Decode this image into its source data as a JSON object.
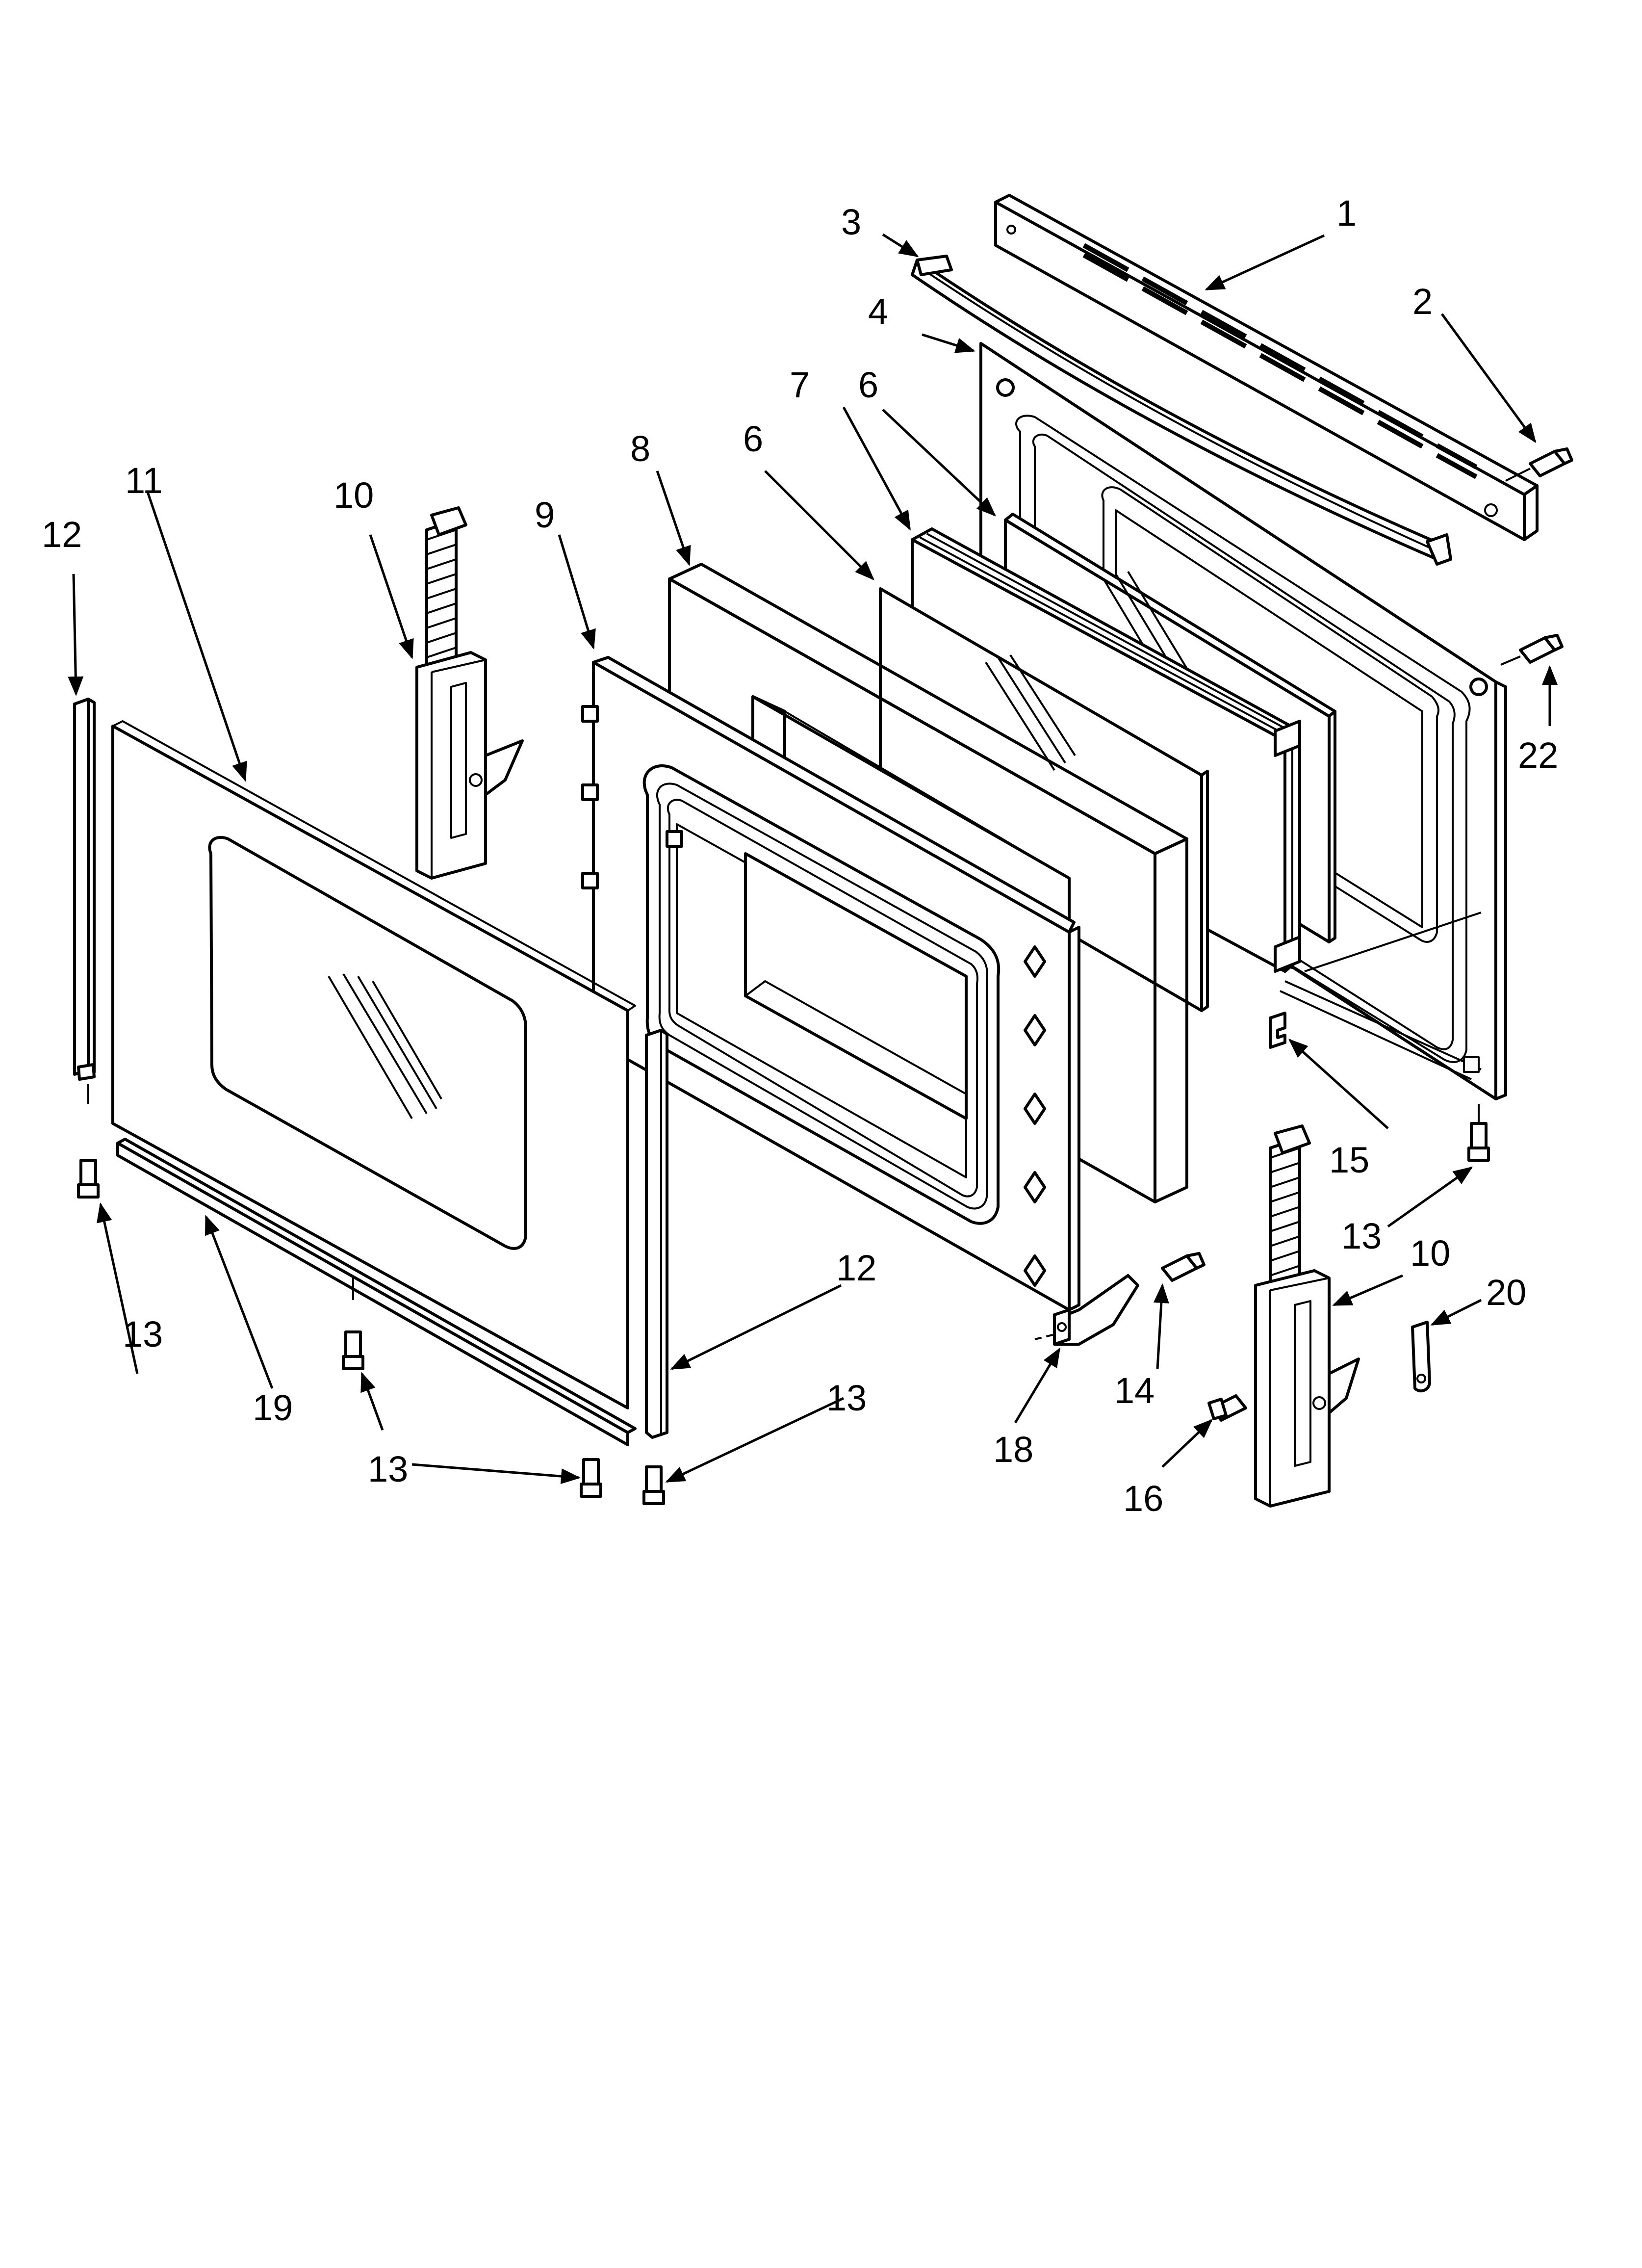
{
  "diagram": {
    "callouts": [
      {
        "id": "c1",
        "label": "1"
      },
      {
        "id": "c2",
        "label": "2"
      },
      {
        "id": "c3",
        "label": "3"
      },
      {
        "id": "c4",
        "label": "4"
      },
      {
        "id": "c6a",
        "label": "6"
      },
      {
        "id": "c6b",
        "label": "6"
      },
      {
        "id": "c7",
        "label": "7"
      },
      {
        "id": "c8",
        "label": "8"
      },
      {
        "id": "c9",
        "label": "9"
      },
      {
        "id": "c10a",
        "label": "10"
      },
      {
        "id": "c10b",
        "label": "10"
      },
      {
        "id": "c11",
        "label": "11"
      },
      {
        "id": "c12a",
        "label": "12"
      },
      {
        "id": "c12b",
        "label": "12"
      },
      {
        "id": "c13a",
        "label": "13"
      },
      {
        "id": "c13b",
        "label": "13"
      },
      {
        "id": "c13c",
        "label": "13"
      },
      {
        "id": "c13d",
        "label": "13"
      },
      {
        "id": "c14",
        "label": "14"
      },
      {
        "id": "c15",
        "label": "15"
      },
      {
        "id": "c16",
        "label": "16"
      },
      {
        "id": "c18",
        "label": "18"
      },
      {
        "id": "c19",
        "label": "19"
      },
      {
        "id": "c20",
        "label": "20"
      },
      {
        "id": "c22",
        "label": "22"
      }
    ]
  }
}
